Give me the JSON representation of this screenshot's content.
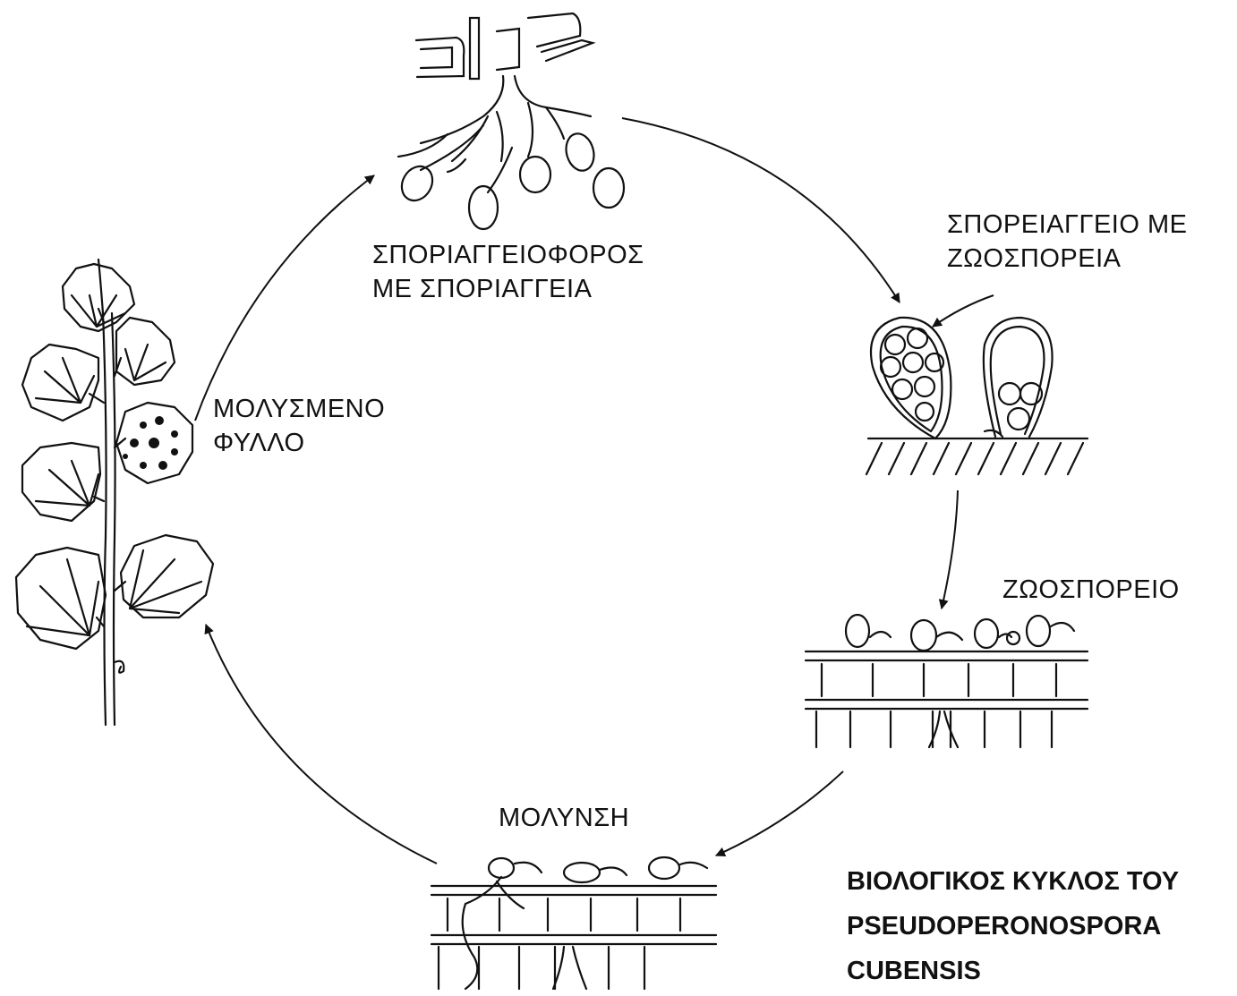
{
  "diagram": {
    "title_lines": [
      "ΒΙΟΛΟΓΙΚΟΣ ΚΥΚΛΟΣ ΤΟΥ",
      "PSEUDOPERONOSPORA",
      "CUBENSIS"
    ],
    "stages": {
      "sporangiophore": [
        "ΣΠΟΡΙΑΓΓΕΙΟΦΟΡΟΣ",
        "ΜΕ ΣΠΟΡΙΑΓΓΕΙΑ"
      ],
      "sporangium": [
        "ΣΠΟΡΕΙΑΓΓΕΙΟ ΜΕ",
        "ΖΩΟΣΠΟΡΕΙΑ"
      ],
      "zoospore": [
        "ΖΩΟΣΠΟΡΕΙΟ"
      ],
      "infection": [
        "ΜΟΛΥΝΣΗ"
      ],
      "infected_leaf": [
        "ΜΟΛΥΣΜΕΝΟ",
        "ΦΥΛΛΟ"
      ]
    }
  }
}
